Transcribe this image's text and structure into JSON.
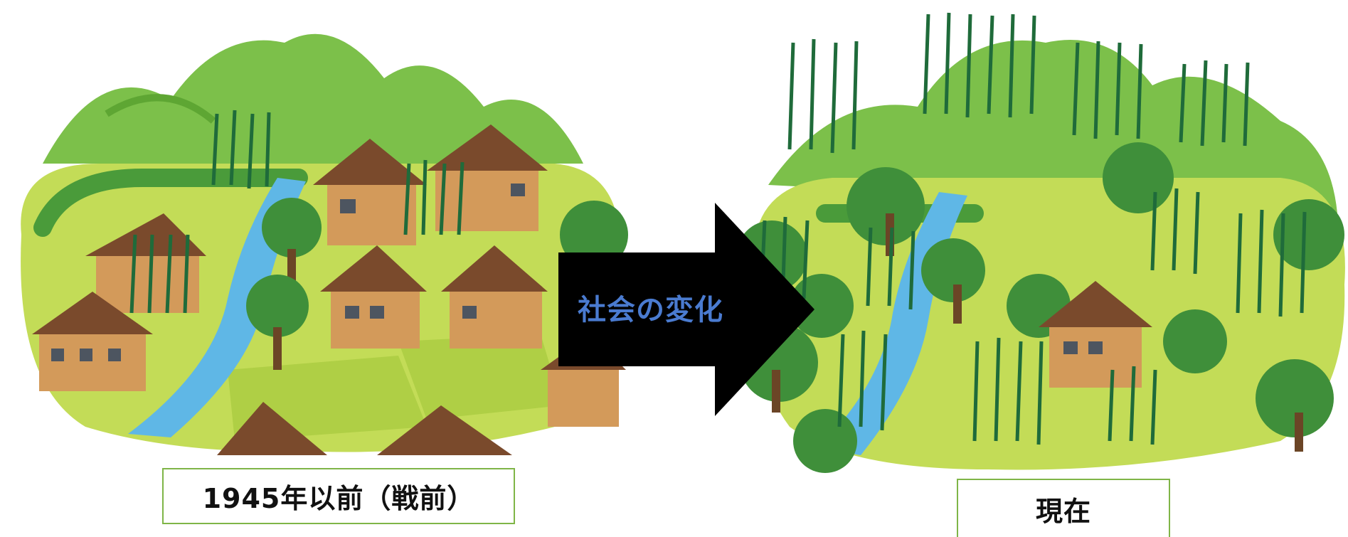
{
  "before": {
    "label": "1945年以前（戦前）"
  },
  "after": {
    "label": "現在"
  },
  "arrow": {
    "text": "社会の変化"
  },
  "colors": {
    "mountain": "#7cc04a",
    "mountain_dark": "#5ea633",
    "ground": "#c3dc57",
    "river": "#5fb7e6",
    "roof": "#7a4a2c",
    "wall": "#d39a5a",
    "tree": "#3f8f3a",
    "bamboo": "#1f6b3a",
    "arrow": "#000000",
    "arrow_text": "#4a7bd0",
    "label_border": "#7fb547"
  },
  "icons": [
    "village-illustration",
    "bamboo-forest-illustration",
    "right-arrow-icon"
  ]
}
